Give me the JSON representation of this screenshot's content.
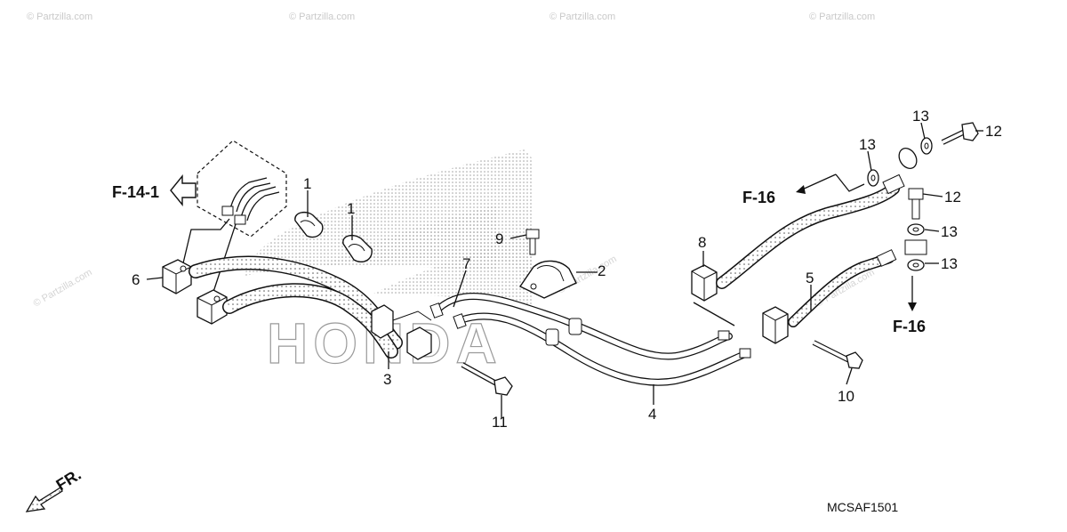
{
  "watermarks": [
    "© Partzilla.com",
    "© Partzilla.com",
    "© Partzilla.com",
    "© Partzilla.com",
    "© Partzilla.com",
    "© Partzilla.com",
    "© Partzilla.com"
  ],
  "brand_text": "HONDA",
  "diagram_code": "MCSAF1501",
  "front_label": "FR.",
  "references": {
    "f14_1": "F-14-1",
    "f16_upper": "F-16",
    "f16_right": "F-16"
  },
  "callouts": {
    "c1a": "1",
    "c1b": "1",
    "c2": "2",
    "c3": "3",
    "c4": "4",
    "c5": "5",
    "c6": "6",
    "c7": "7",
    "c8": "8",
    "c9": "9",
    "c10": "10",
    "c11": "11",
    "c12a": "12",
    "c12b": "12",
    "c13a": "13",
    "c13b": "13",
    "c13c": "13",
    "c13d": "13"
  }
}
